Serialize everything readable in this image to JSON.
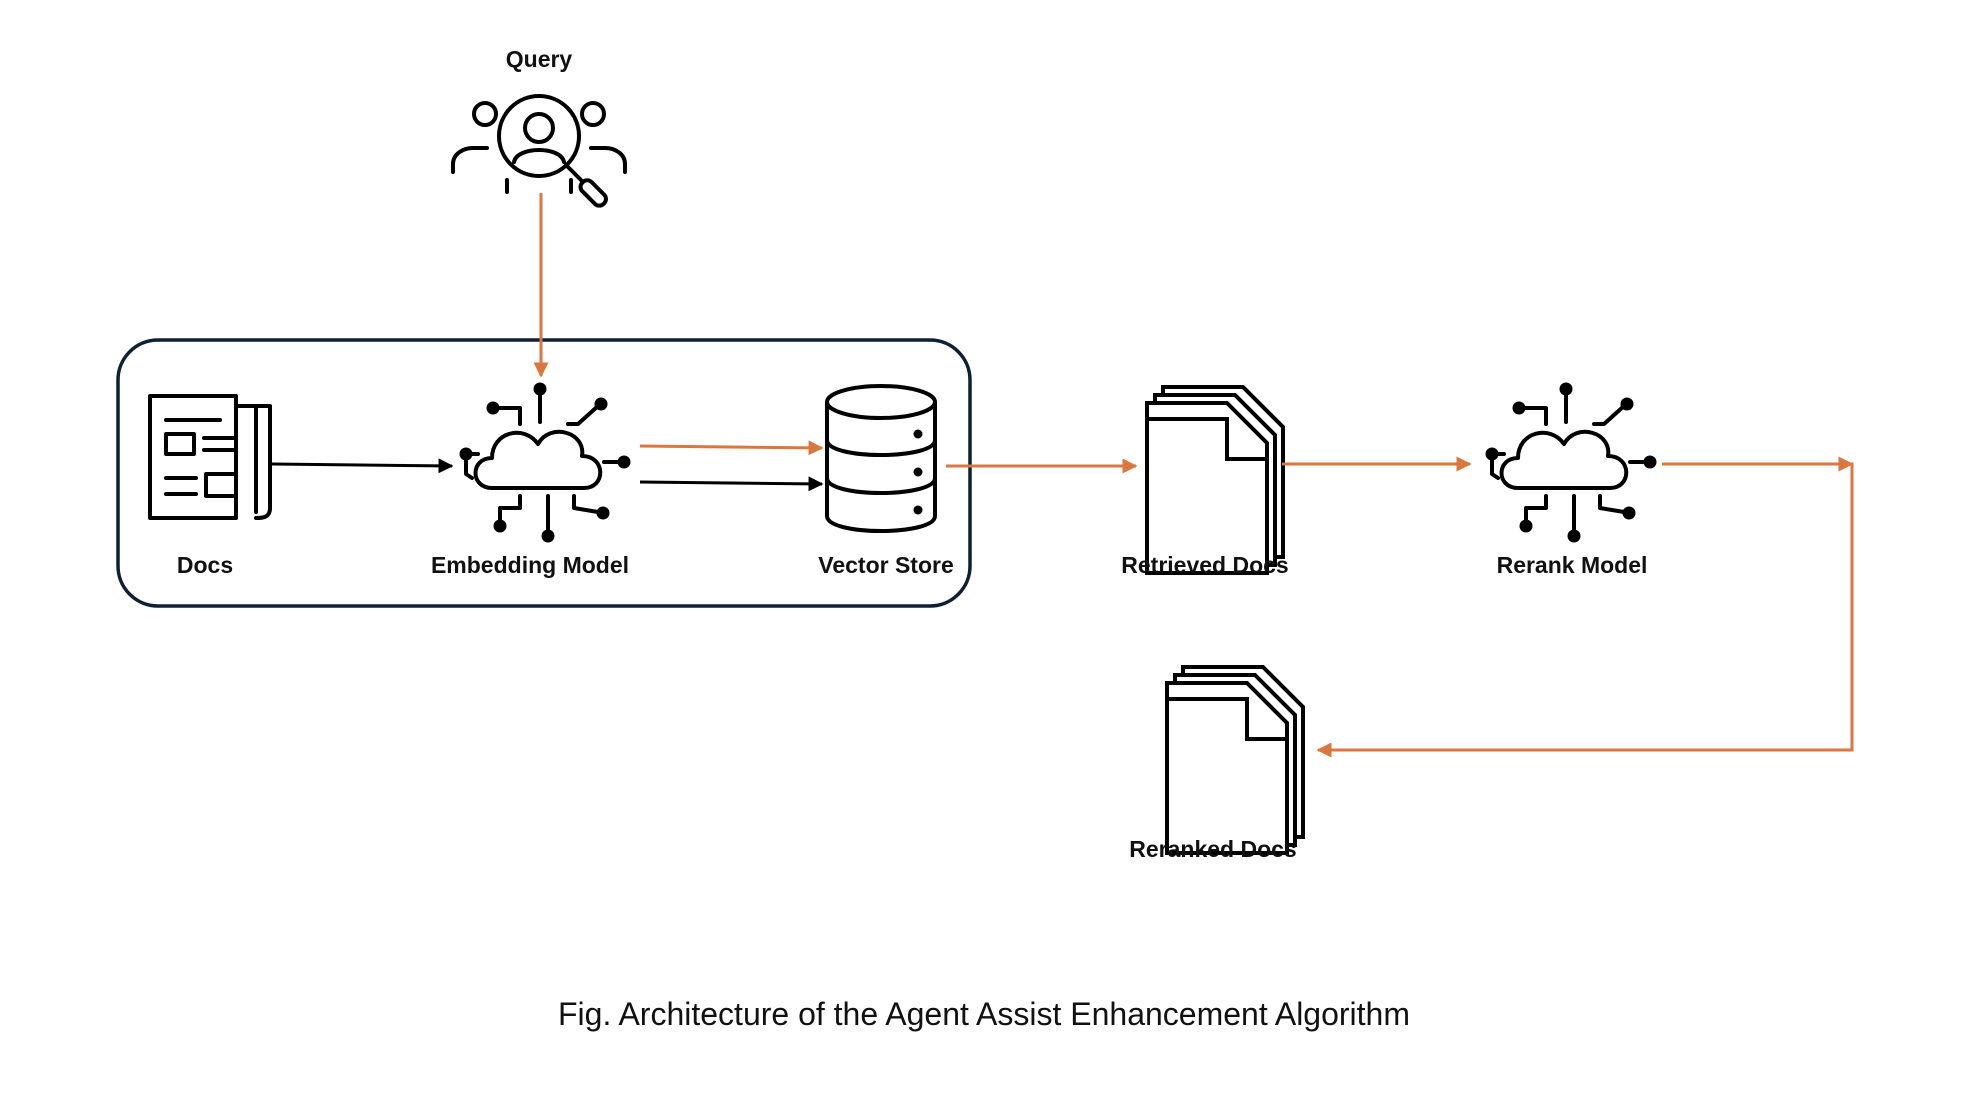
{
  "nodes": {
    "query": "Query",
    "docs": "Docs",
    "embedding_model": "Embedding Model",
    "vector_store": "Vector Store",
    "retrieved_docs": "Retrieved Docs",
    "rerank_model": "Rerank Model",
    "reranked_docs": "Reranked Docs"
  },
  "caption": "Fig. Architecture of the Agent Assist Enhancement Algorithm",
  "colors": {
    "flow_arrow": "#d9773f",
    "data_arrow": "#000000",
    "group_border": "#0f1f33"
  },
  "icons": {
    "query": "user-search-icon",
    "docs": "newspaper-icon",
    "embedding_model": "cloud-network-icon",
    "vector_store": "database-icon",
    "retrieved_docs": "document-stack-icon",
    "rerank_model": "cloud-network-icon",
    "reranked_docs": "document-stack-icon"
  }
}
